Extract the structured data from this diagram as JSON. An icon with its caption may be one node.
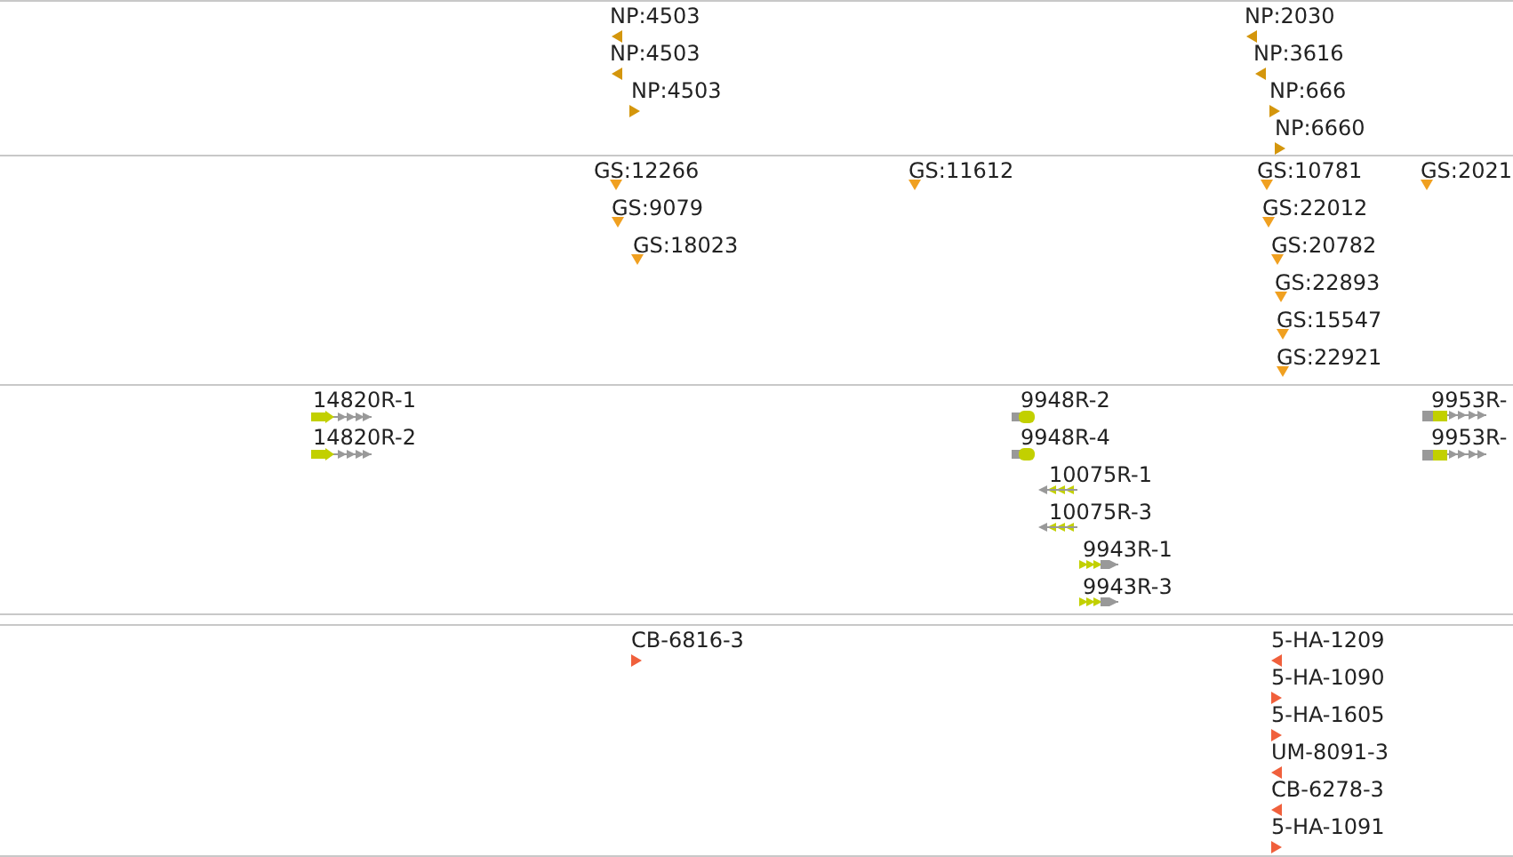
{
  "diagram": {
    "labels": [
      "NP:4503",
      "NP:4503",
      "NP:4503",
      "NP:2030",
      "NP:3616",
      "NP:666",
      "NP:6660",
      "GS:12266",
      "GS:9079",
      "GS:18023",
      "GS:11612",
      "GS:10781",
      "GS:22012",
      "GS:20782",
      "GS:22893",
      "GS:15547",
      "GS:22921",
      "GS:2021",
      "14820R-1",
      "14820R-2",
      "9948R-2",
      "9948R-4",
      "10075R-1",
      "10075R-3",
      "9943R-1",
      "9943R-3",
      "9953R-",
      "9953R-",
      "CB-6816-3",
      "5-HA-1209",
      "5-HA-1090",
      "5-HA-1605",
      "UM-8091-3",
      "CB-6278-3",
      "5-HA-1091"
    ]
  }
}
